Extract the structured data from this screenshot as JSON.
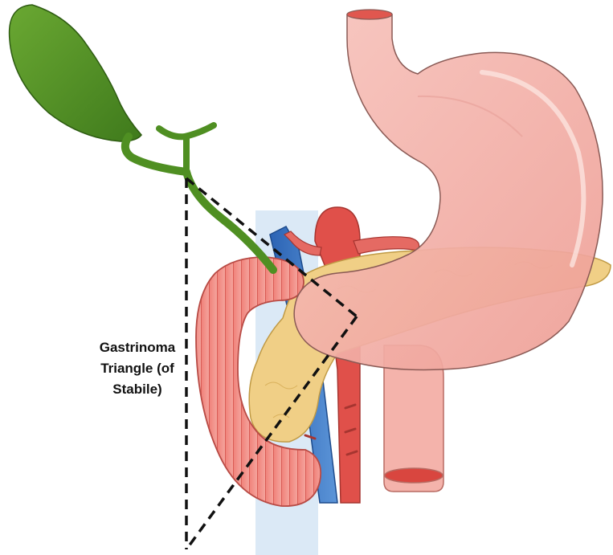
{
  "figure": {
    "label": {
      "line1": "Gastrinoma",
      "line2": "Triangle (of Stabile)"
    },
    "structures": [
      {
        "name": "gallbladder",
        "color": "#4f8f22"
      },
      {
        "name": "common-bile-duct",
        "color": "#4f8f22"
      },
      {
        "name": "stomach",
        "color": "#f2aaa2"
      },
      {
        "name": "esophagus",
        "color": "#f2aaa2"
      },
      {
        "name": "pancreas",
        "color": "#f0cf86"
      },
      {
        "name": "duodenum",
        "color": "#ec7a72"
      },
      {
        "name": "aorta",
        "color": "#e0504a"
      },
      {
        "name": "vena-cava",
        "color": "#3b78c8"
      }
    ],
    "triangle": {
      "line_style": "dashed",
      "color": "#111111"
    }
  }
}
